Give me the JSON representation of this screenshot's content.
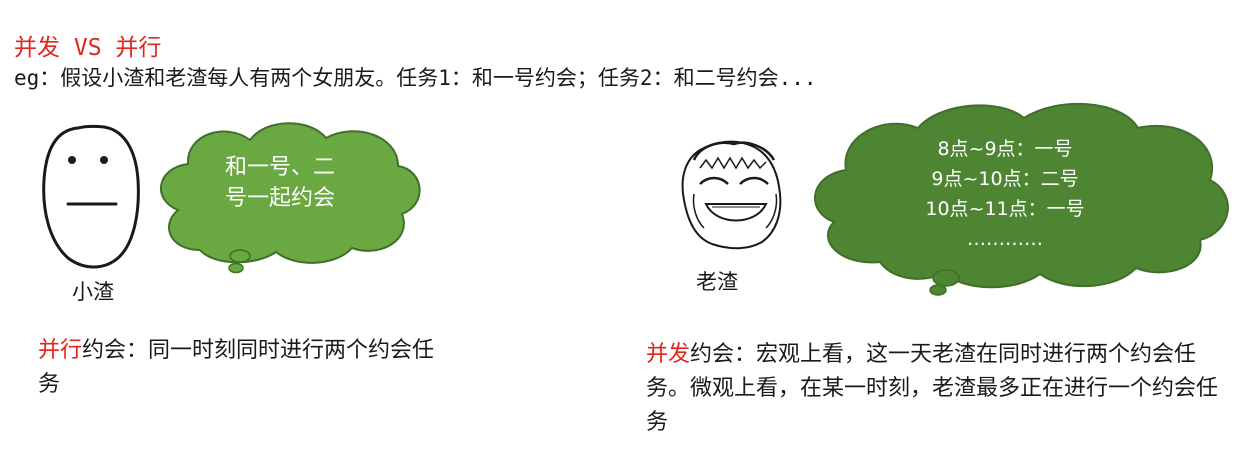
{
  "title": "并发 VS 并行",
  "intro": "eg：假设小渣和老渣每人有两个女朋友。任务1：和一号约会；任务2：和二号约会...",
  "left": {
    "character_name": "小渣",
    "bubble_lines": [
      "和一号、二",
      "号一起约会"
    ],
    "description_keyword": "并行",
    "description_rest": "约会：同一时刻同时进行两个约会任务"
  },
  "right": {
    "character_name": "老渣",
    "bubble_lines": [
      "8点~9点：一号",
      "9点~10点：二号",
      "10点~11点：一号",
      "…………"
    ],
    "description_keyword": "并发",
    "description_rest": "约会：宏观上看，这一天老渣在同时进行两个约会任务。微观上看，在某一时刻，老渣最多正在进行一个约会任务"
  },
  "colors": {
    "keyword_red": "#e0261d",
    "bubble_light_green": "#6aa842",
    "bubble_dark_green": "#4d8533",
    "bubble_outline": "#3f6f2a"
  },
  "icons": {
    "left_face": "meh-face-icon",
    "right_face": "grinning-face-icon"
  }
}
